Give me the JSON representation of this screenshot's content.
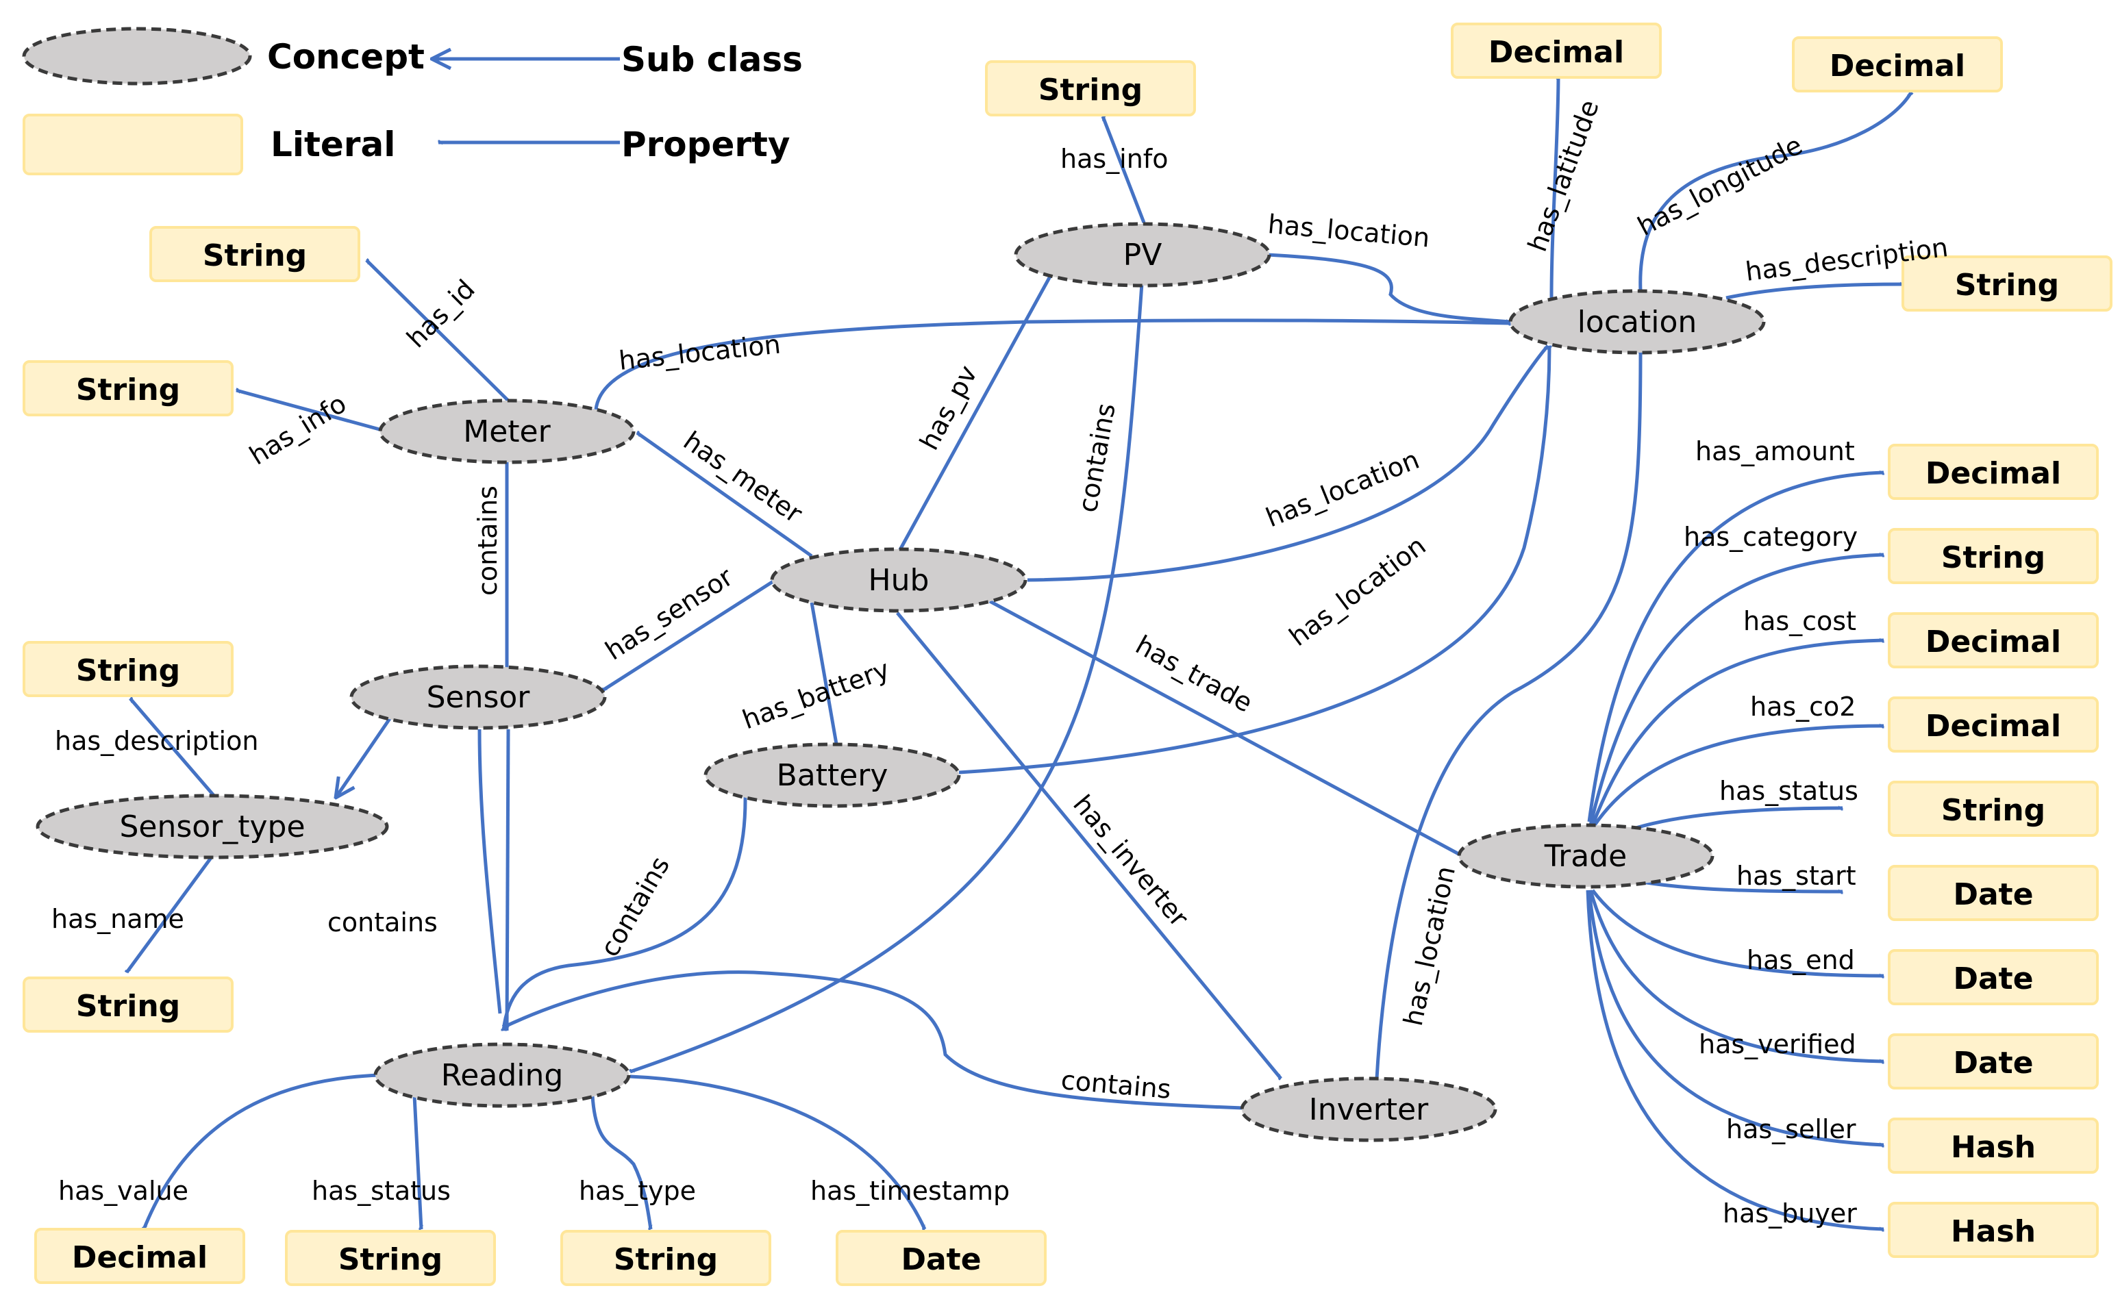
{
  "legend": {
    "concept": "Concept",
    "literal": "Literal",
    "subclass": "Sub class",
    "property": "Property"
  },
  "concepts": {
    "pv": "PV",
    "location": "location",
    "meter": "Meter",
    "hub": "Hub",
    "sensor": "Sensor",
    "battery": "Battery",
    "sensor_type": "Sensor_type",
    "trade": "Trade",
    "reading": "Reading",
    "inverter": "Inverter"
  },
  "literals": {
    "pv_info": "String",
    "loc_lat": "Decimal",
    "loc_long": "Decimal",
    "loc_desc": "String",
    "meter_id": "String",
    "meter_info": "String",
    "st_desc": "String",
    "st_name": "String",
    "r_value": "Decimal",
    "r_status": "String",
    "r_type": "String",
    "r_ts": "Date",
    "t_amount": "Decimal",
    "t_category": "String",
    "t_cost": "Decimal",
    "t_co2": "Decimal",
    "t_status": "String",
    "t_start": "Date",
    "t_end": "Date",
    "t_verified": "Date",
    "t_seller": "Hash",
    "t_buyer": "Hash"
  },
  "edges": {
    "pv_info": "has_info",
    "pv_location": "has_location",
    "loc_latitude": "has_latitude",
    "loc_longitude": "has_longitude",
    "loc_description": "has_description",
    "meter_id": "has_id",
    "meter_info": "has_info",
    "meter_location": "has_location",
    "meter_contains": "contains",
    "hub_meter": "has_meter",
    "hub_pv": "has_pv",
    "pv_contains": "contains",
    "hub_location": "has_location",
    "battery_location": "has_location",
    "hub_sensor": "has_sensor",
    "hub_battery": "has_battery",
    "hub_trade": "has_trade",
    "hub_inverter": "has_inverter",
    "st_description": "has_description",
    "st_name": "has_name",
    "sensor_contains": "contains",
    "battery_contains": "contains",
    "inverter_contains": "contains",
    "inverter_location": "has_location",
    "r_value": "has_value",
    "r_status": "has_status",
    "r_type": "has_type",
    "r_timestamp": "has_timestamp",
    "t_amount": "has_amount",
    "t_category": "has_category",
    "t_cost": "has_cost",
    "t_co2": "has_co2",
    "t_status": "has_status",
    "t_start": "has_start",
    "t_end": "has_end",
    "t_verified": "has_verified",
    "t_seller": "has_seller",
    "t_buyer": "has_buyer"
  },
  "colors": {
    "edge": "#4472C4",
    "concept_fill": "#D0CECE",
    "concept_stroke": "#3A3A3A",
    "literal_fill": "#FFF2CC",
    "literal_stroke": "#FFE699"
  }
}
